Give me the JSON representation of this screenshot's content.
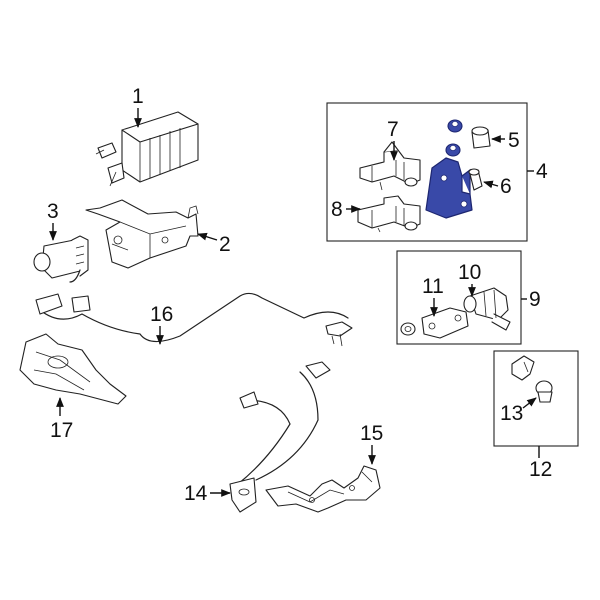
{
  "colors": {
    "highlight_fill": "#3949a8",
    "highlight_stroke": "#1d2670",
    "line": "#222222",
    "background": "#ffffff"
  },
  "callouts": {
    "c1": "1",
    "c2": "2",
    "c3": "3",
    "c4": "4",
    "c5": "5",
    "c6": "6",
    "c7": "7",
    "c8": "8",
    "c9": "9",
    "c10": "10",
    "c11": "11",
    "c12": "12",
    "c13": "13",
    "c14": "14",
    "c15": "15",
    "c16": "16",
    "c17": "17"
  }
}
